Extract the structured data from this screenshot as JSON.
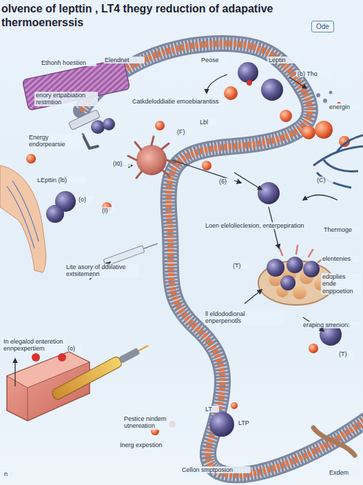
{
  "diagram": {
    "title": "olvence of lepttin , LT4 thegy reduction of adapative thermoenerssis",
    "nodes": [
      {
        "text": [
          "Ode"
        ]
      }
    ],
    "labels": [
      "Ethonh hoestien",
      "Elendnet",
      "Peose",
      "Leptin",
      "(b) Tho",
      "energin",
      "enory ertpabiation restmtion",
      "Catkdeloddiatie emoebiarantiss",
      "Lbl",
      "(F)",
      "Energy endorpearsie",
      "(I0)",
      "(I)",
      "LEpttin (lti)",
      "(o)",
      "Loen elelolieclesion, enterpepiration",
      "Thermoge",
      "(6)",
      "(C)",
      "Lite asory of ddiilative extsitemenn",
      "(T)",
      "elentenies",
      "edoplies ende enppoetion",
      "ll eldododional enperpenotls",
      "eraping srrenion:",
      "In elegalod enteretion ennpexpertiem",
      "(o)",
      "LT",
      "LTP",
      "Pestice nindem utnereation",
      "Inerg expestion",
      "Cellon smptposion",
      "n",
      "Exdem",
      "(T)"
    ]
  }
}
